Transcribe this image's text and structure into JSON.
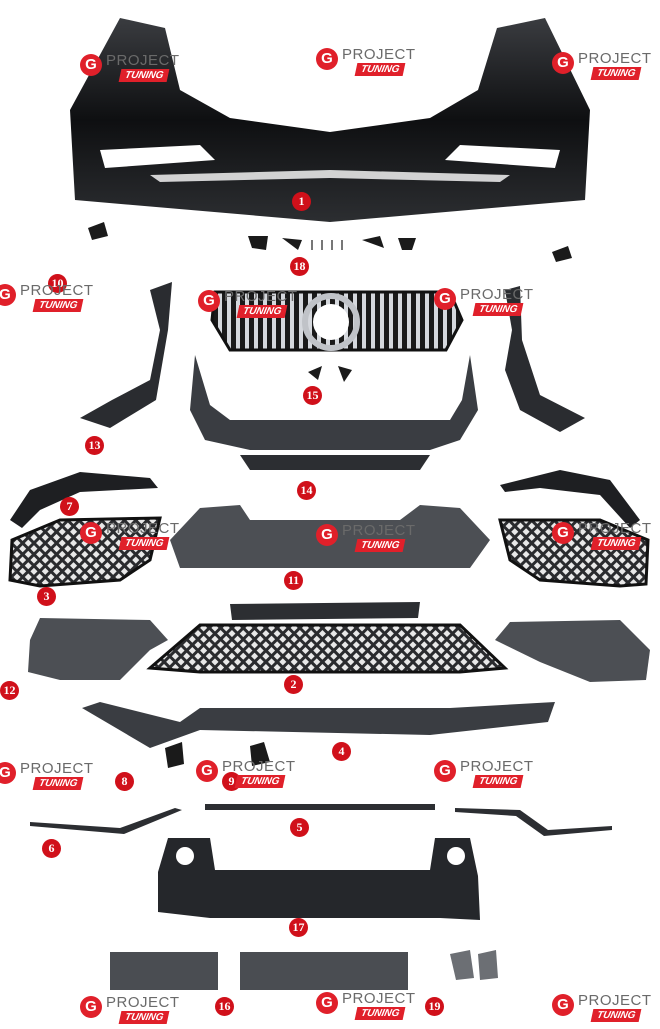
{
  "watermark": {
    "g": "G",
    "project": "PROJECT",
    "tuning": "TUNING"
  },
  "part_numbers": [
    "1",
    "2",
    "3",
    "4",
    "5",
    "6",
    "7",
    "8",
    "9",
    "10",
    "11",
    "12",
    "13",
    "14",
    "15",
    "16",
    "17",
    "18",
    "19"
  ],
  "colors": {
    "label_red": "#d0101a",
    "part_dark": "#1c1c1e",
    "part_grey": "#4a4d52",
    "chrome": "#c9ccd1"
  }
}
